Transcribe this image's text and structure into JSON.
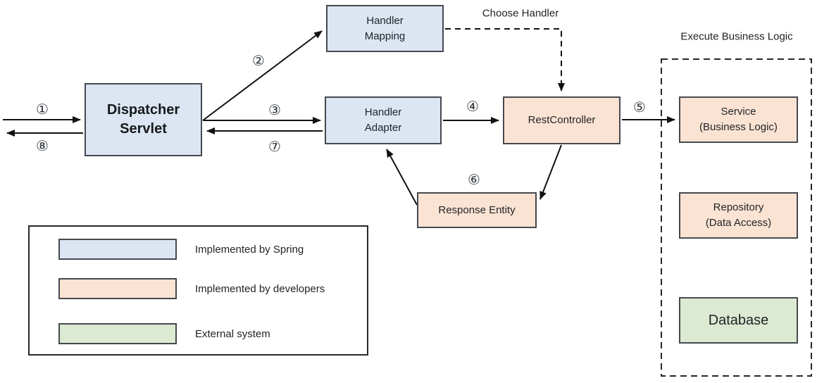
{
  "colors": {
    "spring_fill": "#dbe6f2",
    "developer_fill": "#fbe3d3",
    "external_fill": "#dcead2",
    "box_border": "#45494f",
    "arrow": "#111111"
  },
  "nodes": {
    "dispatcher_servlet": {
      "line1": "Dispatcher",
      "line2": "Servlet"
    },
    "handler_mapping": {
      "line1": "Handler",
      "line2": "Mapping"
    },
    "handler_adapter": {
      "line1": "Handler",
      "line2": "Adapter"
    },
    "rest_controller": {
      "label": "RestController"
    },
    "response_entity": {
      "label": "Response Entity"
    },
    "service": {
      "line1": "Service",
      "line2": "(Business Logic)"
    },
    "repository": {
      "line1": "Repository",
      "line2": "(Data Access)"
    },
    "database": {
      "label": "Database"
    }
  },
  "steps": {
    "s1": "①",
    "s2": "②",
    "s3": "③",
    "s4": "④",
    "s5": "⑤",
    "s6": "⑥",
    "s7": "⑦",
    "s8": "⑧"
  },
  "annotations": {
    "choose_handler": "Choose Handler",
    "execute_business_logic": "Execute Business Logic"
  },
  "legend": {
    "items": [
      {
        "label": "Implemented by Spring",
        "color": "#dbe6f2"
      },
      {
        "label": "Implemented by developers",
        "color": "#fbe3d3"
      },
      {
        "label": "External system",
        "color": "#dcead2"
      }
    ]
  }
}
